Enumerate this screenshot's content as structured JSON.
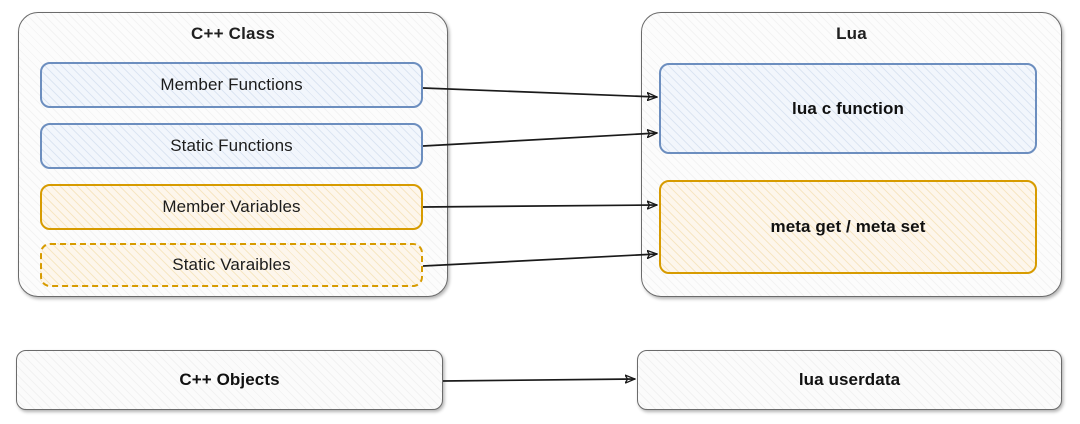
{
  "diagram": {
    "title_colors": {
      "blue_border": "#6c8ebf",
      "orange_border": "#d79b00",
      "container_border": "#6b6b6b",
      "text": "#1c1c1c",
      "arrow": "#1a1a1a",
      "background": "#ffffff"
    },
    "groups": [
      {
        "id": "cpp-class",
        "title": "C++ Class",
        "items": [
          {
            "id": "member-functions",
            "label": "Member Functions",
            "style": "blue-solid"
          },
          {
            "id": "static-functions",
            "label": "Static Functions",
            "style": "blue-solid"
          },
          {
            "id": "member-variables",
            "label": "Member Variables",
            "style": "orange-solid"
          },
          {
            "id": "static-variables",
            "label": "Static Varaibles",
            "style": "orange-dashed"
          }
        ]
      },
      {
        "id": "lua",
        "title": "Lua",
        "items": [
          {
            "id": "lua-c-function",
            "label": "lua c function",
            "style": "blue-solid"
          },
          {
            "id": "meta-get-set",
            "label": "meta get / meta set",
            "style": "orange-solid"
          }
        ]
      }
    ],
    "standalone": [
      {
        "id": "cpp-objects",
        "label": "C++ Objects"
      },
      {
        "id": "lua-userdata",
        "label": "lua userdata"
      }
    ],
    "connections": [
      {
        "from": "member-functions",
        "to": "lua-c-function"
      },
      {
        "from": "static-functions",
        "to": "lua-c-function"
      },
      {
        "from": "member-variables",
        "to": "meta-get-set"
      },
      {
        "from": "static-variables",
        "to": "meta-get-set"
      },
      {
        "from": "cpp-objects",
        "to": "lua-userdata"
      }
    ]
  }
}
